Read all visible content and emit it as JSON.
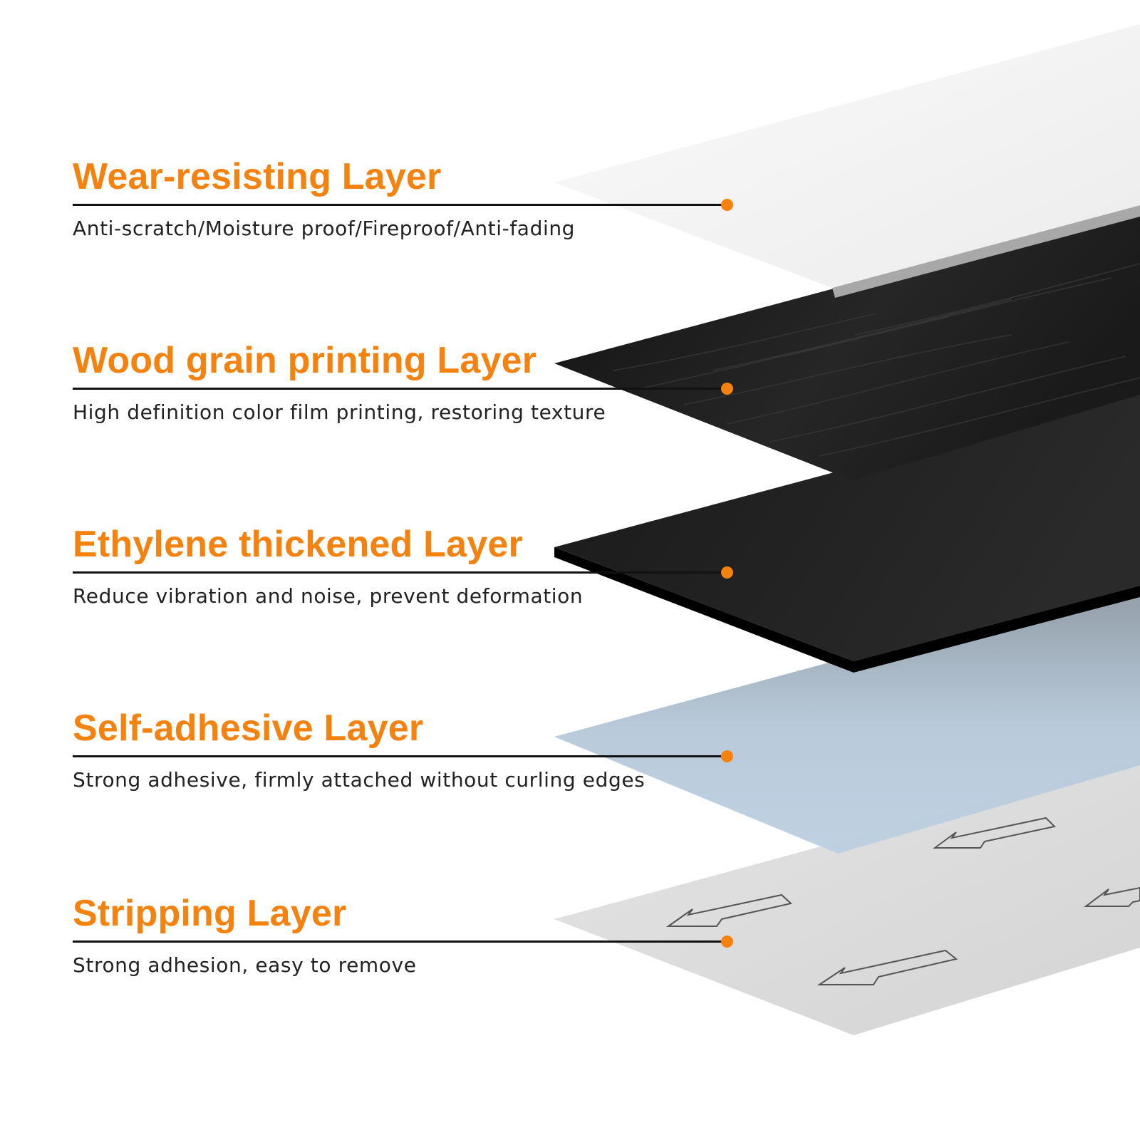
{
  "colors": {
    "accent": "#f5820f",
    "leader_line": "#111111",
    "description_text": "#222222",
    "wear_layer": "#f1f1f1",
    "wood_layer": "#1e1e1e",
    "ethylene_layer": "#202020",
    "adhesive_layer": "#b9ccdc",
    "stripping_layer": "#dedede"
  },
  "layers": [
    {
      "title": "Wear-resisting Layer",
      "description": "Anti-scratch/Moisture proof/Fireproof/Anti-fading"
    },
    {
      "title": "Wood grain printing Layer",
      "description": "High definition color film printing, restoring texture"
    },
    {
      "title": "Ethylene thickened Layer",
      "description": "Reduce vibration and noise, prevent deformation"
    },
    {
      "title": "Self-adhesive Layer",
      "description": "Strong adhesive, firmly attached without curling edges"
    },
    {
      "title": "Stripping Layer",
      "description": "Strong adhesion, easy to remove"
    }
  ],
  "stripping_arrow_icons": [
    "arrow-left-icon",
    "arrow-left-icon",
    "arrow-left-icon",
    "arrow-left-icon",
    "arrow-left-icon"
  ]
}
